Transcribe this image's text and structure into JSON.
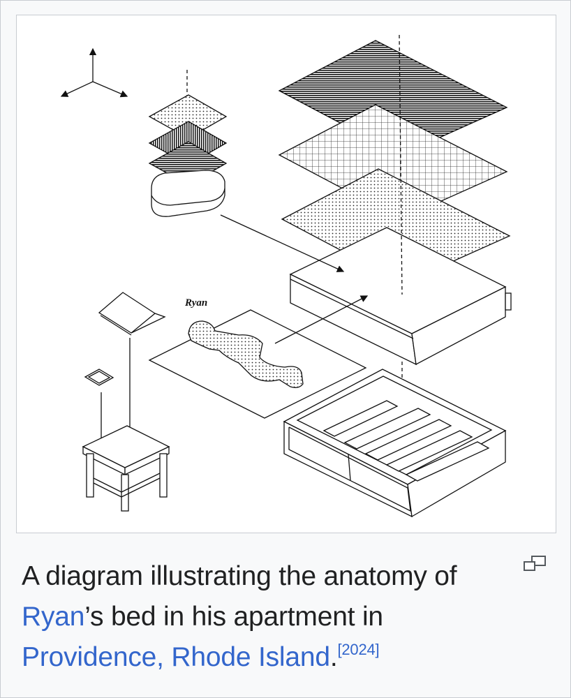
{
  "figure": {
    "diagram_label": "Ryan",
    "caption": {
      "part1": "A diagram illustrating the anatomy of ",
      "link1": "Ryan",
      "part2": "’s bed in his apartment in ",
      "link2": "Providence, Rhode Island",
      "part3": ".",
      "ref": "[2024]"
    },
    "magnify_icon": "magnify-clip-icon",
    "colors": {
      "link": "#3366cc",
      "text": "#202122",
      "border": "#c8ccd1"
    }
  }
}
